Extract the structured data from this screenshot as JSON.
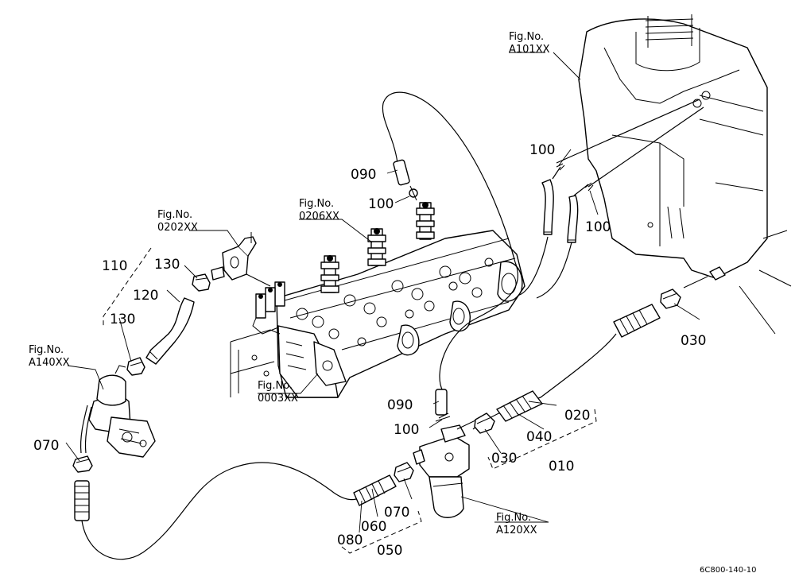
{
  "drawing_code": "6C800-140-10",
  "fig_refs": {
    "a101": {
      "prefix": "Fig.No.",
      "code": "A101XX"
    },
    "r0206": {
      "prefix": "Fig.No.",
      "code": "0206XX"
    },
    "r0202": {
      "prefix": "Fig.No.",
      "code": "0202XX"
    },
    "a140": {
      "prefix": "Fig.No.",
      "code": "A140XX"
    },
    "r0003": {
      "prefix": "Fig.No.",
      "code": "0003XX"
    },
    "a120": {
      "prefix": "Fig.No.",
      "code": "A120XX"
    }
  },
  "callouts": {
    "c010": "010",
    "c020": "020",
    "c030a": "030",
    "c030b": "030",
    "c040": "040",
    "c050": "050",
    "c060": "060",
    "c070a": "070",
    "c070b": "070",
    "c080": "080",
    "c090a": "090",
    "c090b": "090",
    "c100a": "100",
    "c100b": "100",
    "c100c": "100",
    "c100d": "100",
    "c110": "110",
    "c120": "120",
    "c130a": "130",
    "c130b": "130"
  }
}
